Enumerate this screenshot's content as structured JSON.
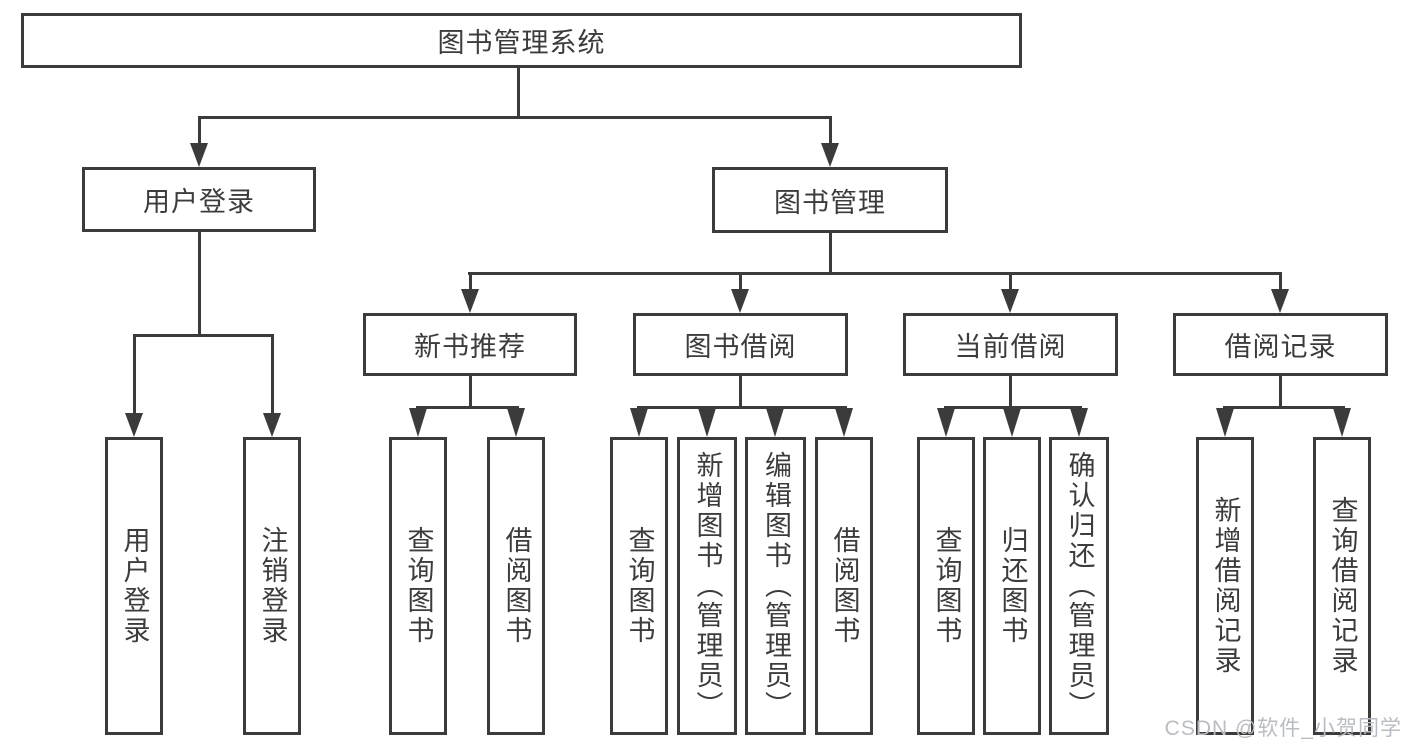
{
  "colors": {
    "line": "#3b3b3b",
    "node_border": "#3b3b3b",
    "node_fill": "#ffffff",
    "text": "#3c3c3c",
    "watermark": "#b9bcc2",
    "background": "#ffffff"
  },
  "watermark": {
    "text": "CSDN @软件_小贺同学"
  },
  "tree": {
    "root": {
      "label": "图书管理系统"
    },
    "branches": [
      {
        "label": "用户登录",
        "children": [
          {
            "label": "用户登录"
          },
          {
            "label": "注销登录"
          }
        ]
      },
      {
        "label": "图书管理",
        "children": [
          {
            "label": "新书推荐",
            "children": [
              {
                "label": "查询图书"
              },
              {
                "label": "借阅图书"
              }
            ]
          },
          {
            "label": "图书借阅",
            "children": [
              {
                "label": "查询图书"
              },
              {
                "label": "新增图书（管理员）"
              },
              {
                "label": "编辑图书（管理员）"
              },
              {
                "label": "借阅图书"
              }
            ]
          },
          {
            "label": "当前借阅",
            "children": [
              {
                "label": "查询图书"
              },
              {
                "label": "归还图书"
              },
              {
                "label": "确认归还（管理员）"
              }
            ]
          },
          {
            "label": "借阅记录",
            "children": [
              {
                "label": "新增借阅记录"
              },
              {
                "label": "查询借阅记录"
              }
            ]
          }
        ]
      }
    ]
  }
}
